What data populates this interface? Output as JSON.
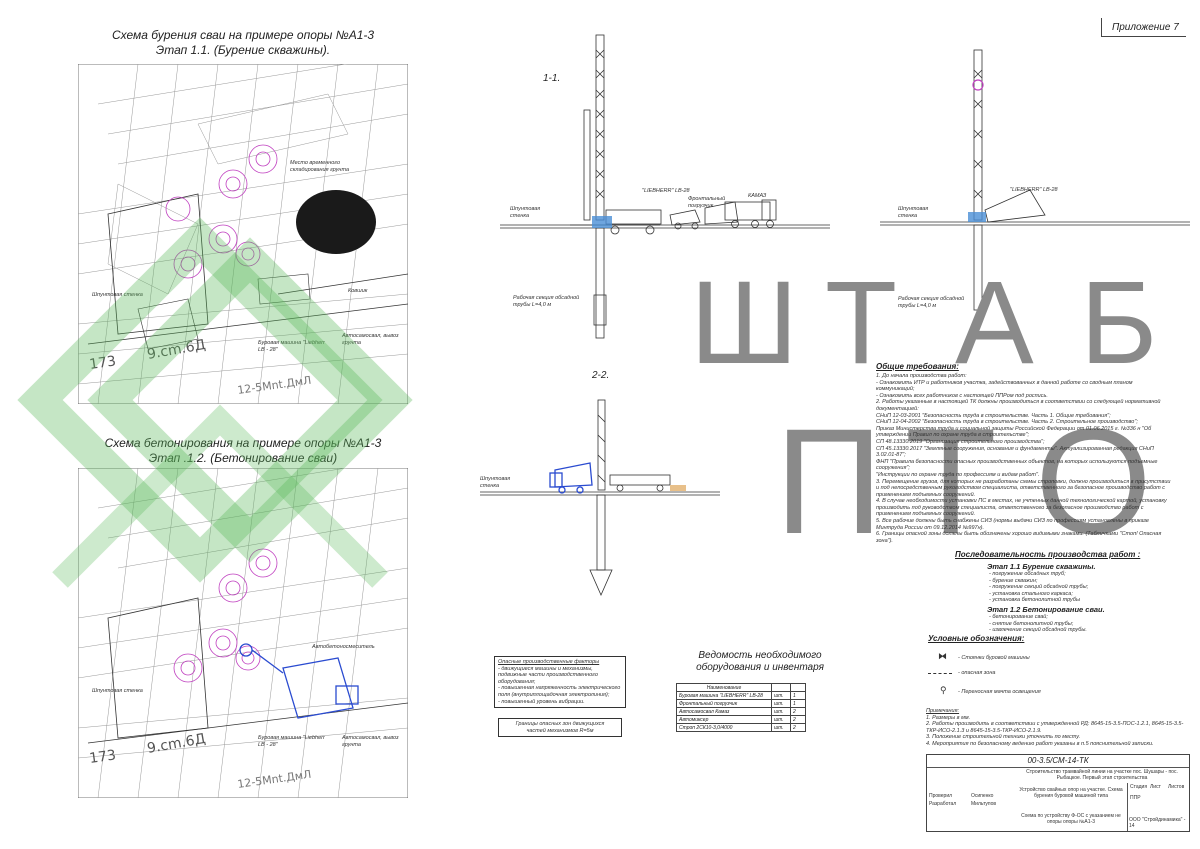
{
  "appendix": "Приложение 7",
  "left_top": {
    "title_line1": "Схема бурения сваи на примере опоры №А1-3",
    "title_line2": "Этап 1.1. (Бурение скважины).",
    "labels": {
      "temp_storage": "Место временного складирования грунта",
      "pile_wall": "Шпунтовая стенка",
      "dump_truck": "Автосамосвал, вывоз грунта",
      "drill_rig": "Буровая машина \"Liebherr LB - 28\"",
      "bucket": "Ковшик"
    }
  },
  "left_bottom": {
    "title_line1": "Схема бетонирования на примере опоры №А1-3",
    "title_line2": "Этап .1.2. (Бетонирование сваи)",
    "labels": {
      "pile_wall": "Шпунтовая стенка",
      "mixer": "Автобетоносмеситель",
      "drill_rig": "Буровая машина \"Liebherr LB - 28\"",
      "dump_truck": "Автосамосвал, вывоз грунта"
    }
  },
  "sections": {
    "s1": "1-1.",
    "s2": "2-2.",
    "rig_name": "\"LIEBHERR\" LB-28",
    "loader": "Фронтальный погрузчик",
    "kamaz": "КАМАЗ",
    "pile_wall": "Шпунтовая стенка",
    "casing": "Рабочая секция обсадной трубы L=4,0 м",
    "casing2": "Рабочая секция обсадной трубы L=4,0 м",
    "pile_wall2": "Шпунтовая стенка",
    "pile_wall3": "Шпунтовая стенка"
  },
  "watermark": {
    "row1": [
      "Ш",
      "Т",
      "А",
      "Б"
    ],
    "row2": [
      "П",
      "Т",
      "О"
    ]
  },
  "general": {
    "title": "Общие требования:",
    "lines": [
      "1. До начала производства работ:",
      "- Ознакомить ИТР и работников участка, задействованных в данной работе со сводным планом коммуникаций;",
      "- Ознакомить всех работников с настоящей ППРом под роспись.",
      "2. Работы указанные в настоящей ТК должны производиться в соответствии со следующей нормативной документацией:",
      "СНиП 12-03-2001 \"Безопасность труда в строительстве. Часть 1. Общие требования\";",
      "СНиП 12-04-2002 \"Безопасность труда в строительстве. Часть 2. Строительное производство\";",
      "Приказ Министерства труда и социальной защиты Российской Федерации от 01.06.2015 г. №336 н \"Об утверждении Правил по охране труда в строительстве\";",
      "СП 48.13330.2019 \"Организация строительного производства\";",
      "СП 45.13330.2017 \"Земляные сооружения, основания и фундаменты\". Актуализированная редакция СНиП 3.02.01-87\";",
      "ФНП \"Правила безопасности опасных производственных объектов, на которых используются подъемные сооружения\";",
      "\"Инструкции по охране труда по профессиям и видам работ\".",
      "3. Перемещение грузов, для которых не разработаны схемы строповки, должно производиться в присутствии и под непосредственным руководством специалиста, ответственного за безопасное производство работ с применением подъемных сооружений.",
      "4. В случае необходимости установки ПС в местах, не учтенных данной технологической картой, установку производить под руководством специалиста, ответственного за безопасное производство работ с применением подъемных сооружений.",
      "5. Все рабочие должны быть снабжены СИЗ (нормы выдачи СИЗ по профессиям установлены в приказе Минтруда России от 09.12.2014 №997н).",
      "6. Границы опасной зоны должны быть обозначены хорошо видимыми знаками. (Табличками \"Стоп! Опасная зона\")."
    ]
  },
  "sequence": {
    "title": "Последовательность производства работ :",
    "stage1": "Этап 1.1 Бурение скважины.",
    "stage1_items": [
      "- погружение обсадных труб;",
      "- бурение скважин;",
      "- погружение секций обсадной трубы;",
      "- установка стального каркаса;",
      "- установка бетонолитной трубы"
    ],
    "stage2": "Этап 1.2 Бетонирование сваи.",
    "stage2_items": [
      "- бетонирование свай;",
      "- снятие бетонолитной трубы;",
      "- извлечение секций обсадной трубы."
    ]
  },
  "legend": {
    "title": "Условные обозначения:",
    "items": [
      "- Стоянки буровой машины",
      "- опасная зона",
      "- Переносная мачта освещения"
    ]
  },
  "notes": {
    "title": "Примечания:",
    "lines": [
      "1. Размеры в мм.",
      "2. Работы производить в соответствии с утвержденной РД: 8645-15-3.5-ПОС-1.2.1, 8645-15-3.5-ТКР-ИСО-2.1.3 и 8645-15-3.5-ТКР-ИСО-2.1.9.",
      "3. Положение строительной техники уточнить по месту.",
      "4. Мероприятия по безопасному ведению работ указаны в п.5 пояснительной записки."
    ]
  },
  "hazards": {
    "title": "Опасные производственные факторы",
    "lines": [
      "- движущиеся машины и механизмы, подвижные части производственного оборудования;",
      "- повышенная напряженность электрического поля (внутриплощадочная электролиния);",
      "- повышенный уровень вибрации."
    ]
  },
  "boundary_box": [
    "Границы опасных зон движущихся",
    "частей механизмов R=5м"
  ],
  "equipment": {
    "title_line1": "Ведомость необходимого",
    "title_line2": "оборудования и инвентаря",
    "headers": [
      "Наименование",
      "",
      ""
    ],
    "rows": [
      [
        "Буровая машина \"LIEBHERR\" LB-28",
        "шт.",
        "1"
      ],
      [
        "Фронтальный погрузчик",
        "шт.",
        "1"
      ],
      [
        "Автосамосвал Камаз",
        "шт.",
        "2"
      ],
      [
        "Автомиксер",
        "шт.",
        "2"
      ],
      [
        "Строп 2СК10-3,0/4000",
        "шт.",
        "2"
      ]
    ]
  },
  "stamp": {
    "code": "00-3.5/СМ-14-ТК",
    "desc": "Строительство трамвайной линии на участке пос. Шушары - пос. Рыбацкое. Первый этап строительства",
    "stage_label": "Стадия",
    "sheet_label": "Лист",
    "sheets_label": "Листов",
    "stage": "ППР",
    "checked": "Проверил",
    "checked_name": "Осипенко",
    "developed": "Разработал",
    "developed_name": "Мильтупов",
    "work": "Устройство свайных опор на участке. Схема бурения буровой машиной типа",
    "sheet_title": "Схема по устройству Ф-ОС с указанием не опоры опоры №А1-3",
    "org": "ООО \"Стройдинамика\" - 14"
  }
}
